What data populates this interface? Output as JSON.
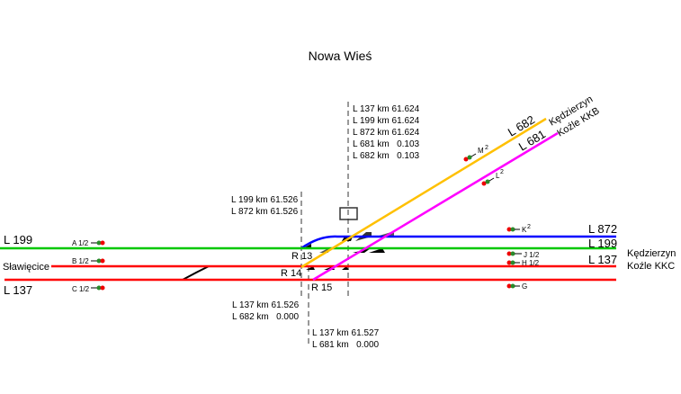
{
  "title": "Nowa Wieś",
  "lines": {
    "l199_left": "L 199",
    "l137_left": "L 137",
    "slawiecice": "Sławięcice",
    "l872_right": "L 872",
    "l199_right": "L 199",
    "l137_right": "L 137",
    "kkc_1": "Kędzierzyn",
    "kkc_2": "Koźle KKC",
    "l682": "L 682",
    "l681": "L 681",
    "kkb_1": "Kędzierzyn",
    "kkb_2": "Koźle KKB"
  },
  "signals": {
    "a": "A 1/2",
    "b": "B 1/2",
    "c": "C 1/2",
    "m": "M",
    "m_sup": "2",
    "l": "L",
    "l_sup": "2",
    "k": "K",
    "k_sup": "2",
    "j": "J 1/2",
    "h": "H 1/2",
    "g": "G"
  },
  "junctions": {
    "r13": "R 13",
    "r14": "R 14",
    "r15": "R 15"
  },
  "kilometrage": {
    "top": [
      "L 137 km 61.624",
      "L 199 km 61.624",
      "L 872 km 61.624",
      "L 681 km   0.103",
      "L 682 km   0.103"
    ],
    "mid": [
      "L 199 km 61.526",
      "L 872 km 61.526"
    ],
    "low1": [
      "L 137 km 61.526",
      "L 682 km   0.000"
    ],
    "low2": [
      "L 137 km 61.527",
      "L 681 km   0.000"
    ]
  },
  "colors": {
    "l199": "#00c800",
    "l137": "#ff0000",
    "l872": "#0000ff",
    "l682": "#ffc000",
    "l681": "#ff00ff"
  }
}
